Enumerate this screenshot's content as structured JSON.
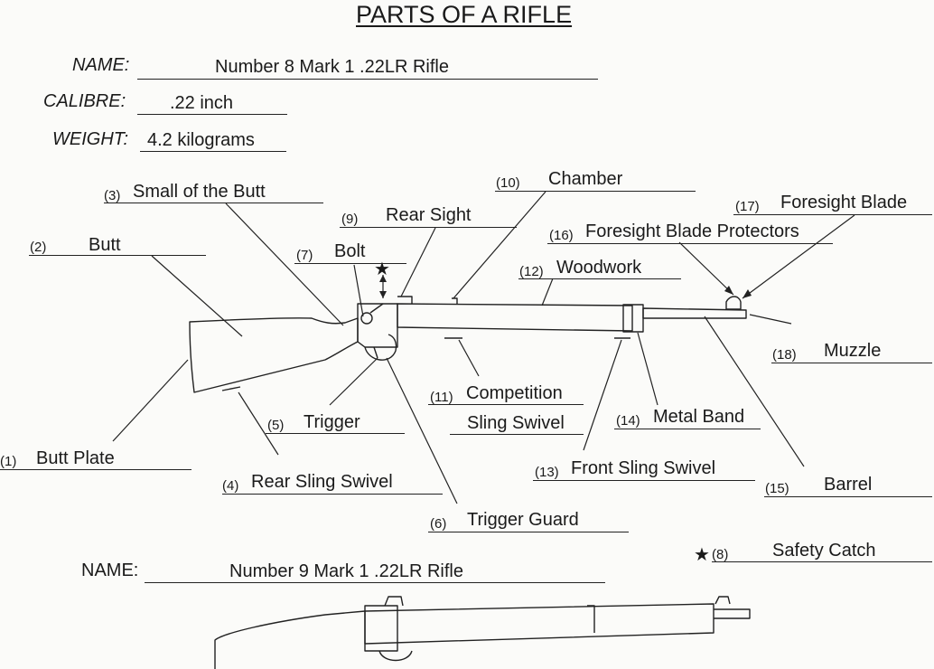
{
  "title": "PARTS OF A RIFLE",
  "fields": {
    "name_label": "NAME:",
    "name_value": "Number 8 Mark 1 .22LR Rifle",
    "calibre_label": "CALIBRE:",
    "calibre_value": ".22 inch",
    "weight_label": "WEIGHT:",
    "weight_value": "4.2 kilograms"
  },
  "parts": [
    {
      "num": "(1)",
      "label": "Butt Plate"
    },
    {
      "num": "(2)",
      "label": "Butt"
    },
    {
      "num": "(3)",
      "label": "Small of the Butt"
    },
    {
      "num": "(4)",
      "label": "Rear Sling Swivel"
    },
    {
      "num": "(5)",
      "label": "Trigger"
    },
    {
      "num": "(6)",
      "label": "Trigger Guard"
    },
    {
      "num": "(7)",
      "label": "Bolt"
    },
    {
      "num": "(8)",
      "label": "Safety Catch"
    },
    {
      "num": "(9)",
      "label": "Rear Sight"
    },
    {
      "num": "(10)",
      "label": "Chamber"
    },
    {
      "num": "(11)",
      "label": "Competition",
      "label2": "Sling Swivel"
    },
    {
      "num": "(12)",
      "label": "Woodwork"
    },
    {
      "num": "(13)",
      "label": "Front Sling Swivel"
    },
    {
      "num": "(14)",
      "label": "Metal Band"
    },
    {
      "num": "(15)",
      "label": "Barrel"
    },
    {
      "num": "(16)",
      "label": "Foresight Blade Protectors"
    },
    {
      "num": "(17)",
      "label": "Foresight Blade"
    },
    {
      "num": "(18)",
      "label": "Muzzle"
    }
  ],
  "second": {
    "name_label": "NAME:",
    "name_value": "Number 9 Mark 1 .22LR Rifle"
  },
  "symbols": {
    "star": "★"
  }
}
